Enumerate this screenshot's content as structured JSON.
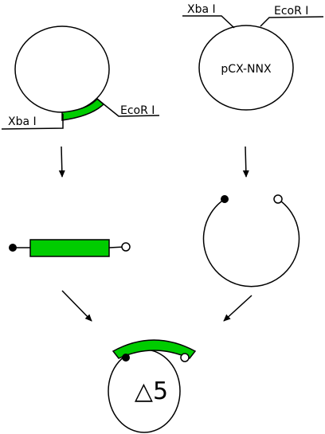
{
  "colors": {
    "insert": "#00cc00",
    "stroke": "#000000",
    "background": "#ffffff"
  },
  "source_plasmid": {
    "site_left": "Xba I",
    "site_right": "EcoR I"
  },
  "vector_plasmid": {
    "name": "pCX-NNX",
    "site_left": "Xba I",
    "site_right": "EcoR I"
  },
  "result_plasmid": {
    "label": "△5"
  }
}
